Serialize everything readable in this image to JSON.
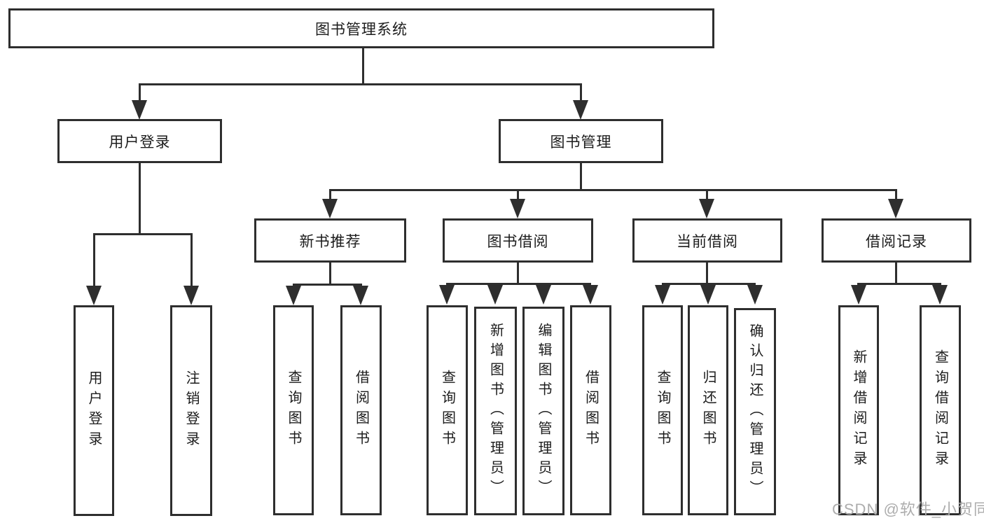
{
  "diagram": {
    "type": "tree",
    "colors": {
      "line": "#2e2e2e",
      "box_border": "#2e2e2e",
      "box_bg": "#ffffff",
      "text": "#1c1c1c",
      "watermark": "#adadad"
    },
    "nodes": {
      "root": "图书管理系统",
      "user_login": "用户登录",
      "book_mgmt": "图书管理",
      "new_books": "新书推荐",
      "book_borrow": "图书借阅",
      "current_borrow": "当前借阅",
      "borrow_records": "借阅记录",
      "user_login_children": [
        "用户登录",
        "注销登录"
      ],
      "new_books_children": [
        "查询图书",
        "借阅图书"
      ],
      "book_borrow_children": [
        "查询图书",
        "新增图书（管理员）",
        "编辑图书（管理员）",
        "借阅图书"
      ],
      "current_borrow_children": [
        "查询图书",
        "归还图书",
        "确认归还（管理员）"
      ],
      "borrow_records_children": [
        "新增借阅记录",
        "查询借阅记录"
      ]
    }
  },
  "watermark": "CSDN @软件_小贺同学"
}
